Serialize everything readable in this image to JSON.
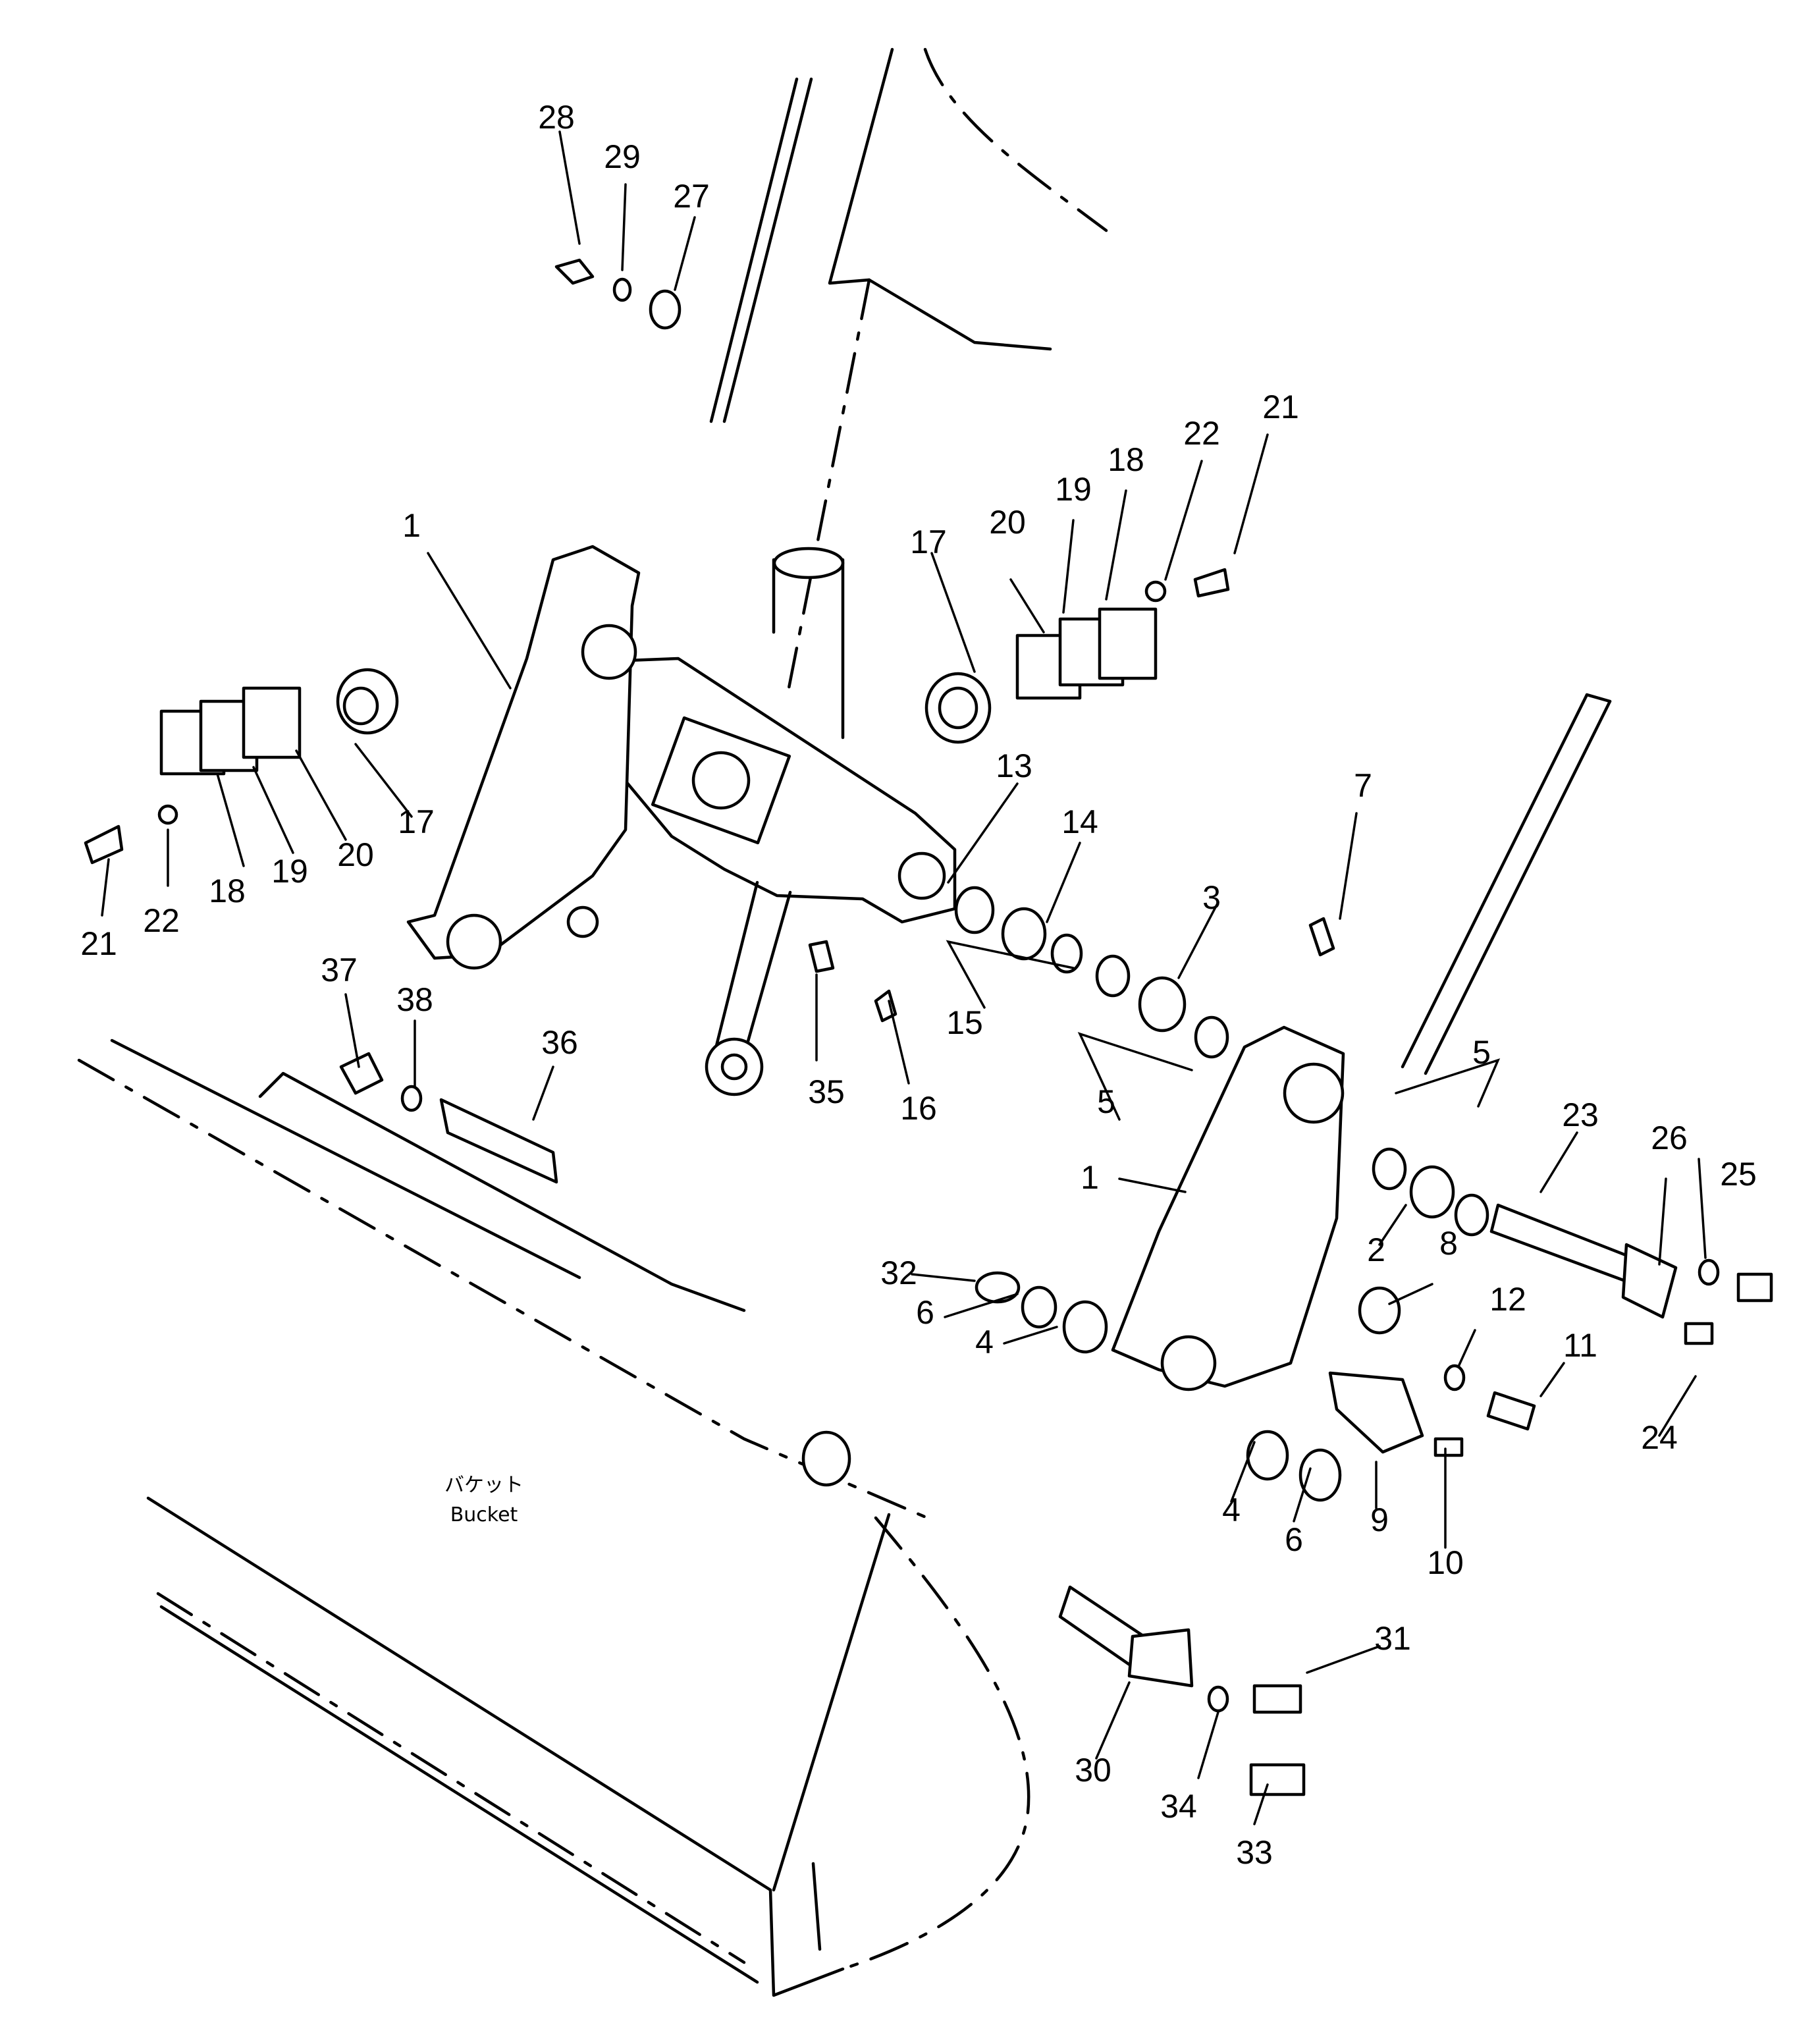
{
  "diagram": {
    "caption_japanese": "バケット",
    "caption_english": "Bucket",
    "callouts": [
      "28",
      "29",
      "27",
      "1",
      "17",
      "20",
      "19",
      "18",
      "22",
      "21",
      "17",
      "20",
      "19",
      "18",
      "22",
      "21",
      "13",
      "14",
      "3",
      "7",
      "15",
      "5",
      "37",
      "38",
      "36",
      "35",
      "16",
      "1",
      "5",
      "23",
      "26",
      "25",
      "2",
      "8",
      "32",
      "6",
      "4",
      "12",
      "11",
      "24",
      "4",
      "6",
      "9",
      "10",
      "31",
      "30",
      "34",
      "33"
    ]
  }
}
